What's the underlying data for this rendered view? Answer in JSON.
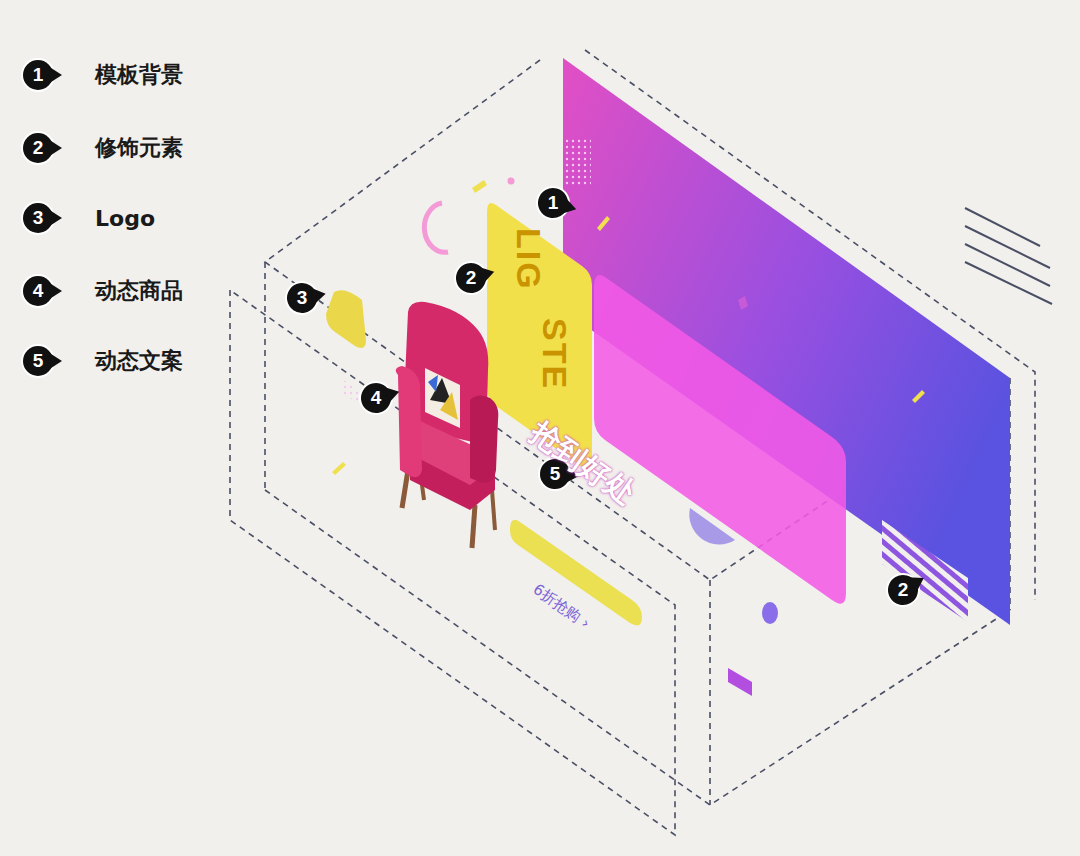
{
  "diagram": {
    "labels": [
      "1",
      "2",
      "3",
      "4",
      "5",
      "1",
      "2",
      "3",
      "4",
      "5",
      "2",
      "LIG",
      "STE",
      "抢到好处",
      "6折抢购 ›"
    ],
    "legend": [
      {
        "text": "模板背景"
      },
      {
        "text": "修饰元素"
      },
      {
        "text": "Logo"
      },
      {
        "text": "动态商品"
      },
      {
        "text": "动态文案"
      }
    ]
  }
}
